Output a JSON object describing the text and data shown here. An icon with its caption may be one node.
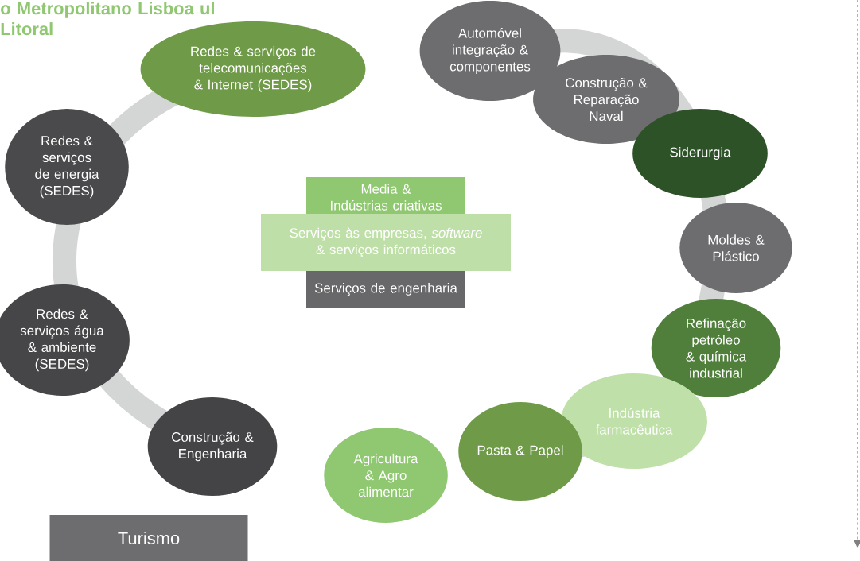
{
  "diagram": {
    "title": "o Metropolitano Lisboa ul Litoral",
    "nodes": [
      {
        "text": [
          "Redes & serviços de telecomunicações & Internet (SEDES)"
        ]
      },
      {
        "text": [
          "Redes & serviços de energia (SEDES)"
        ]
      },
      {
        "text": [
          "Redes & serviços água & ambiente (SEDES)"
        ]
      },
      {
        "text": [
          "Construção & Engenharia"
        ]
      },
      {
        "text": [
          "Media & Indústrias criativas"
        ]
      },
      {
        "text": [
          "Serviços às empresas, *software* & serviços informáticos"
        ]
      },
      {
        "text": [
          "Serviços de engenharia"
        ]
      },
      {
        "text": [
          "Automóvel integração & componentes"
        ]
      },
      {
        "text": [
          "Construção & Reparação Naval"
        ]
      },
      {
        "text": [
          "Siderurgia"
        ]
      },
      {
        "text": [
          "Moldes & Plástico"
        ]
      },
      {
        "text": [
          "Refinação petróleo & química industrial"
        ]
      },
      {
        "text": [
          "Indústria farmacêutica"
        ]
      },
      {
        "text": [
          "Pasta & Papel"
        ]
      },
      {
        "text": [
          "Agricultura & Agro alimentar"
        ]
      },
      {
        "text": [
          "Turismo"
        ]
      }
    ]
  }
}
